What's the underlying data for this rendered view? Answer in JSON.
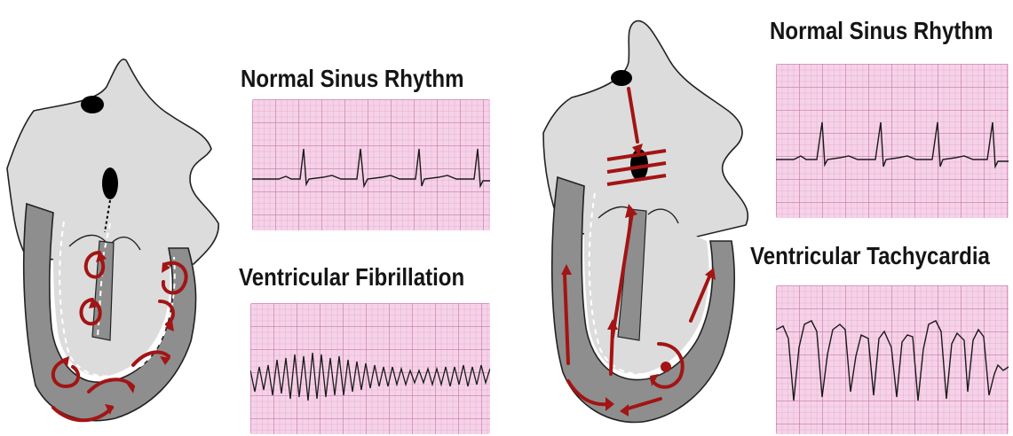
{
  "left_panel": {
    "top_strip": {
      "title": "Normal Sinus Rhythm"
    },
    "bottom_strip": {
      "title": "Ventricular Fibrillation"
    }
  },
  "right_panel": {
    "top_strip": {
      "title": "Normal Sinus Rhythm"
    },
    "bottom_strip": {
      "title": "Ventricular Tachycardia"
    }
  },
  "colors": {
    "heart_tissue": "#dcdcdc",
    "ventricle_wall": "#8c8c8c",
    "conduction_arrow": "#a31414",
    "ecg_paper": "#f6d2e8",
    "ecg_trace": "#1a1a1a"
  }
}
